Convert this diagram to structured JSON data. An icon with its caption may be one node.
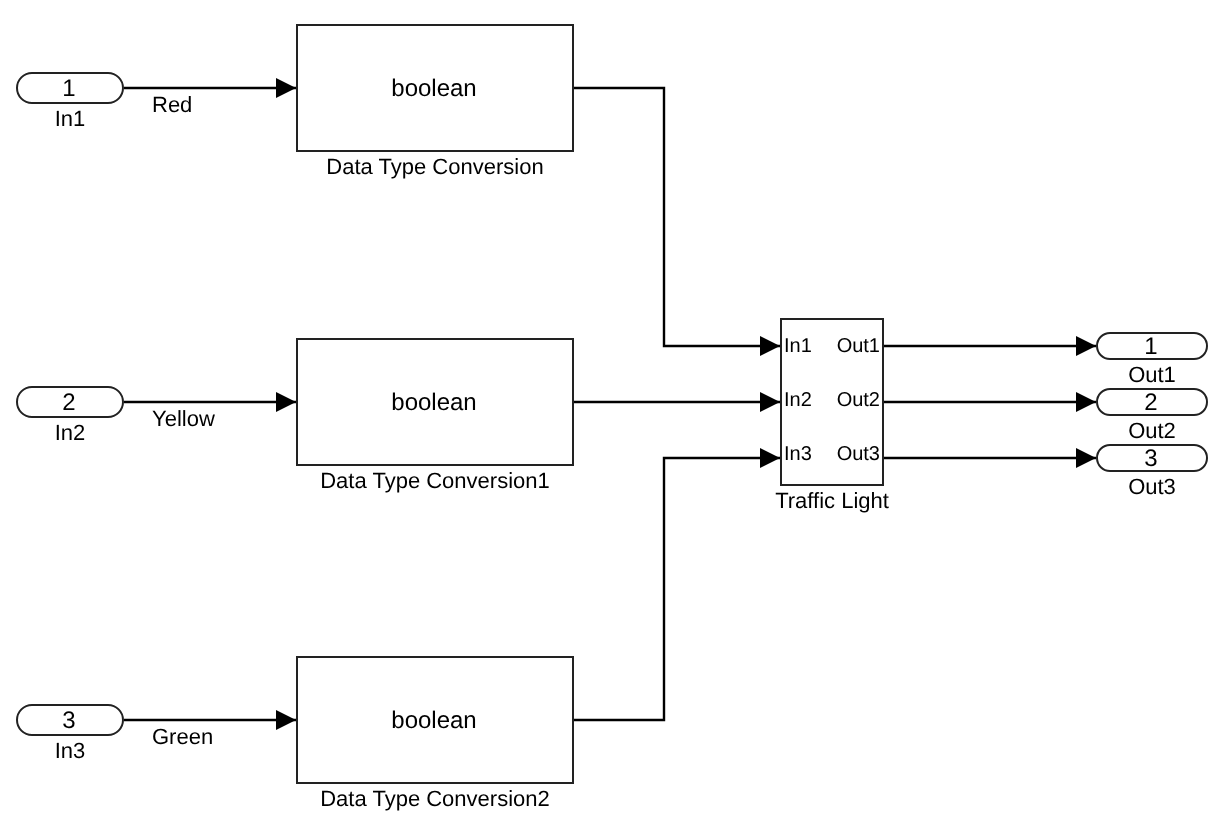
{
  "diagram": {
    "nodes": [
      {
        "text": [
          "1"
        ],
        "beside": [
          "In1"
        ]
      },
      {
        "text": [
          "boolean"
        ],
        "beside": [
          "Data Type Conversion"
        ]
      },
      {
        "text": [
          "2"
        ],
        "beside": [
          "In2"
        ]
      },
      {
        "text": [
          "boolean"
        ],
        "beside": [
          "Data Type Conversion1"
        ]
      },
      {
        "text": [
          "In1",
          "Out1",
          "In2",
          "Out2",
          "In3",
          "Out3"
        ],
        "beside": [
          "Traffic Light"
        ]
      },
      {
        "text": [
          "1"
        ],
        "beside": [
          "Out1"
        ]
      },
      {
        "text": [
          "2"
        ],
        "beside": [
          "Out2"
        ]
      },
      {
        "text": [
          "3"
        ],
        "beside": [
          "Out3"
        ]
      },
      {
        "text": [
          "3"
        ],
        "beside": [
          "In3"
        ]
      },
      {
        "text": [
          "boolean"
        ],
        "beside": [
          "Data Type Conversion2"
        ]
      }
    ],
    "edges": [
      {
        "from": 0,
        "to": 1,
        "arrow": "to",
        "label": "Red"
      },
      {
        "from": 2,
        "to": 3,
        "arrow": "to",
        "label": "Yellow"
      },
      {
        "from": 8,
        "to": 9,
        "arrow": "to",
        "label": "Green"
      },
      {
        "from": 1,
        "to": 4,
        "arrow": "to"
      },
      {
        "from": 3,
        "to": 4,
        "arrow": "to"
      },
      {
        "from": 9,
        "to": 4,
        "arrow": "to"
      },
      {
        "from": 4,
        "to": 5,
        "arrow": "to"
      },
      {
        "from": 4,
        "to": 6,
        "arrow": "to"
      },
      {
        "from": 4,
        "to": 7,
        "arrow": "to"
      }
    ]
  }
}
